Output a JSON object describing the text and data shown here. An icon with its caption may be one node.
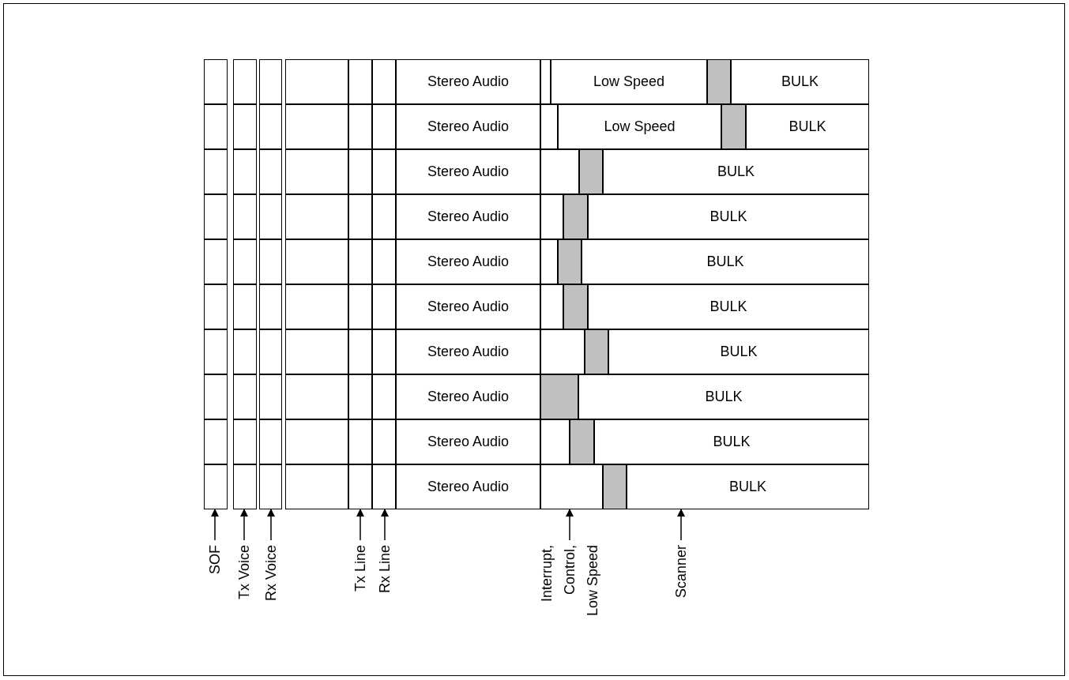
{
  "diagram": {
    "nodes": [
      {
        "text": [],
        "shape": "box"
      },
      {
        "text": [],
        "shape": "box"
      },
      {
        "text": [],
        "shape": "box"
      },
      {
        "text": [],
        "shape": "box"
      },
      {
        "text": [],
        "shape": "box"
      },
      {
        "text": [],
        "shape": "box"
      },
      {
        "text": [
          "Stereo Audio"
        ]
      },
      {
        "text": [],
        "shape": "box"
      },
      {
        "text": [
          "Low Speed"
        ]
      },
      {
        "text": [],
        "shape": "box"
      },
      {
        "text": [
          "BULK"
        ]
      },
      {
        "text": [],
        "shape": "box"
      },
      {
        "text": [],
        "shape": "box"
      },
      {
        "text": [],
        "shape": "box"
      },
      {
        "text": [],
        "shape": "box"
      },
      {
        "text": [],
        "shape": "box"
      },
      {
        "text": [],
        "shape": "box"
      },
      {
        "text": [
          "Stereo Audio"
        ]
      },
      {
        "text": [],
        "shape": "box"
      },
      {
        "text": [
          "Low Speed"
        ]
      },
      {
        "text": [],
        "shape": "box"
      },
      {
        "text": [
          "BULK"
        ]
      },
      {
        "text": [],
        "shape": "box"
      },
      {
        "text": [],
        "shape": "box"
      },
      {
        "text": [],
        "shape": "box"
      },
      {
        "text": [],
        "shape": "box"
      },
      {
        "text": [],
        "shape": "box"
      },
      {
        "text": [],
        "shape": "box"
      },
      {
        "text": [
          "Stereo Audio"
        ]
      },
      {
        "text": [],
        "shape": "box"
      },
      {
        "text": [],
        "shape": "box"
      },
      {
        "text": [
          "BULK"
        ]
      },
      {
        "text": [],
        "shape": "box"
      },
      {
        "text": [],
        "shape": "box"
      },
      {
        "text": [],
        "shape": "box"
      },
      {
        "text": [],
        "shape": "box"
      },
      {
        "text": [],
        "shape": "box"
      },
      {
        "text": [],
        "shape": "box"
      },
      {
        "text": [
          "Stereo Audio"
        ]
      },
      {
        "text": [],
        "shape": "box"
      },
      {
        "text": [],
        "shape": "box"
      },
      {
        "text": [
          "BULK"
        ]
      },
      {
        "text": [],
        "shape": "box"
      },
      {
        "text": [],
        "shape": "box"
      },
      {
        "text": [],
        "shape": "box"
      },
      {
        "text": [],
        "shape": "box"
      },
      {
        "text": [],
        "shape": "box"
      },
      {
        "text": [],
        "shape": "box"
      },
      {
        "text": [
          "Stereo Audio"
        ]
      },
      {
        "text": [],
        "shape": "box"
      },
      {
        "text": [],
        "shape": "box"
      },
      {
        "text": [
          "BULK"
        ]
      },
      {
        "text": [],
        "shape": "box"
      },
      {
        "text": [],
        "shape": "box"
      },
      {
        "text": [],
        "shape": "box"
      },
      {
        "text": [],
        "shape": "box"
      },
      {
        "text": [],
        "shape": "box"
      },
      {
        "text": [],
        "shape": "box"
      },
      {
        "text": [
          "Stereo Audio"
        ]
      },
      {
        "text": [],
        "shape": "box"
      },
      {
        "text": [],
        "shape": "box"
      },
      {
        "text": [
          "BULK"
        ]
      },
      {
        "text": [],
        "shape": "box"
      },
      {
        "text": [],
        "shape": "box"
      },
      {
        "text": [],
        "shape": "box"
      },
      {
        "text": [],
        "shape": "box"
      },
      {
        "text": [],
        "shape": "box"
      },
      {
        "text": [],
        "shape": "box"
      },
      {
        "text": [
          "Stereo Audio"
        ]
      },
      {
        "text": [],
        "shape": "box"
      },
      {
        "text": [],
        "shape": "box"
      },
      {
        "text": [
          "BULK"
        ]
      },
      {
        "text": [],
        "shape": "box"
      },
      {
        "text": [],
        "shape": "box"
      },
      {
        "text": [],
        "shape": "box"
      },
      {
        "text": [],
        "shape": "box"
      },
      {
        "text": [],
        "shape": "box"
      },
      {
        "text": [],
        "shape": "box"
      },
      {
        "text": [
          "Stereo Audio"
        ]
      },
      {
        "text": [],
        "shape": "box"
      },
      {
        "text": [
          "BULK"
        ]
      },
      {
        "text": [],
        "shape": "box"
      },
      {
        "text": [],
        "shape": "box"
      },
      {
        "text": [],
        "shape": "box"
      },
      {
        "text": [],
        "shape": "box"
      },
      {
        "text": [],
        "shape": "box"
      },
      {
        "text": [],
        "shape": "box"
      },
      {
        "text": [
          "Stereo Audio"
        ]
      },
      {
        "text": [],
        "shape": "box"
      },
      {
        "text": [],
        "shape": "box"
      },
      {
        "text": [
          "BULK"
        ]
      },
      {
        "text": [],
        "shape": "box"
      },
      {
        "text": [],
        "shape": "box"
      },
      {
        "text": [],
        "shape": "box"
      },
      {
        "text": [],
        "shape": "box"
      },
      {
        "text": [],
        "shape": "box"
      },
      {
        "text": [],
        "shape": "box"
      },
      {
        "text": [
          "Stereo Audio"
        ]
      },
      {
        "text": [],
        "shape": "box"
      },
      {
        "text": [],
        "shape": "box"
      },
      {
        "text": [
          "BULK"
        ]
      },
      {
        "text": [
          "SOF"
        ]
      },
      {
        "text": [
          "Tx Voice"
        ]
      },
      {
        "text": [
          "Rx Voice"
        ]
      },
      {
        "text": [
          "Tx Line"
        ]
      },
      {
        "text": [
          "Rx Line"
        ]
      },
      {
        "text": [
          "Interrupt, Control, Low Speed"
        ]
      },
      {
        "text": [
          "Scanner"
        ]
      }
    ],
    "edges": [
      {
        "from": 101,
        "to": 91,
        "arrow": "to"
      },
      {
        "from": 102,
        "to": 92,
        "arrow": "to"
      },
      {
        "from": 103,
        "to": 93,
        "arrow": "to"
      },
      {
        "from": 104,
        "to": 95,
        "arrow": "to"
      },
      {
        "from": 105,
        "to": 96,
        "arrow": "to"
      },
      {
        "from": 106,
        "to": 98,
        "arrow": "to"
      },
      {
        "from": 107,
        "to": 100,
        "arrow": "to"
      }
    ]
  }
}
